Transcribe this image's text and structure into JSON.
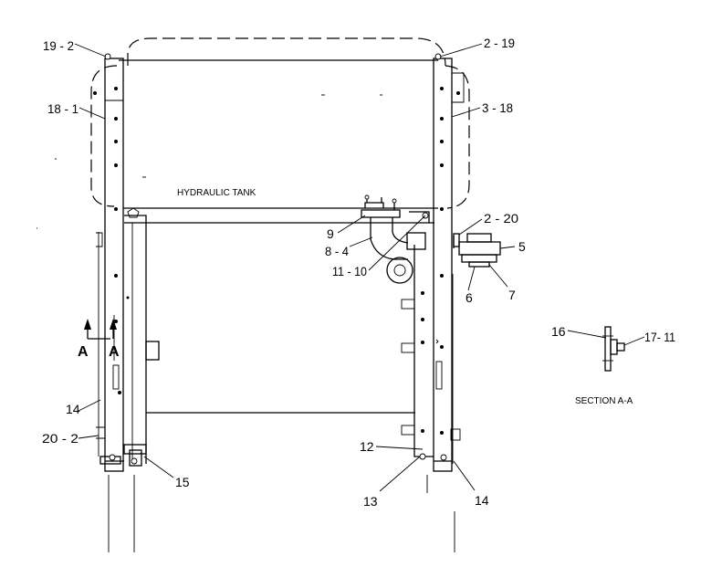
{
  "labels": {
    "hydraulic_tank": "HYDRAULIC TANK",
    "section_title": "SECTION A-A",
    "section_mark_left": "A",
    "section_mark_right": "A"
  },
  "callouts": {
    "c_19_2": "19 - 2",
    "c_2_19": "2 - 19",
    "c_18_1": "18 - 1",
    "c_3_18": "3 - 18",
    "c_2_20": "2  - 20",
    "c_5": "5",
    "c_9": "9",
    "c_8_4": "8 - 4",
    "c_11_10": "11 - 10",
    "c_6": "6",
    "c_7": "7",
    "c_16": "16",
    "c_17_11": "17- 11",
    "c_14_left": "14",
    "c_20_2": "20  - 2",
    "c_15": "15",
    "c_12": "12",
    "c_13": "13",
    "c_14_right": "14"
  }
}
